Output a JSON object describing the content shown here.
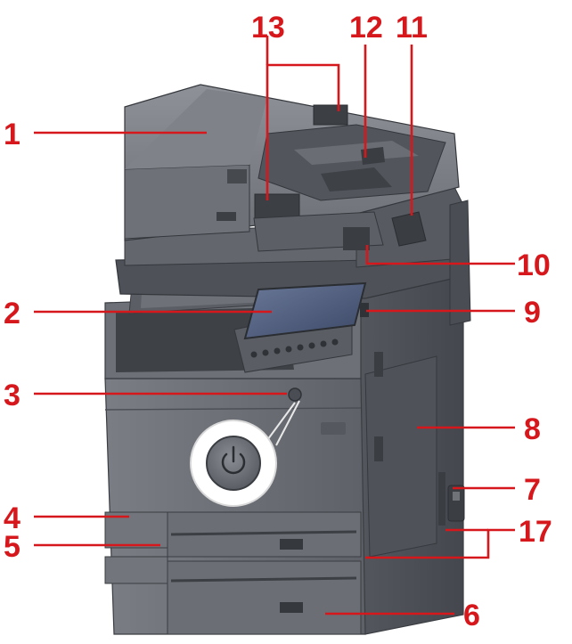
{
  "callouts": {
    "c1": "1",
    "c2": "2",
    "c3": "3",
    "c4": "4",
    "c5": "5",
    "c6": "6",
    "c7": "7",
    "c8": "8",
    "c9": "9",
    "c10": "10",
    "c11": "11",
    "c12": "12",
    "c13": "13",
    "c17": "17"
  },
  "colors": {
    "callout": "#d6171b",
    "body": "#6f7379",
    "body_dark": "#4b4f55",
    "body_light": "#9ea2a8",
    "screen": "#4d5a7a"
  },
  "icons": {
    "power_button": "power-icon"
  }
}
